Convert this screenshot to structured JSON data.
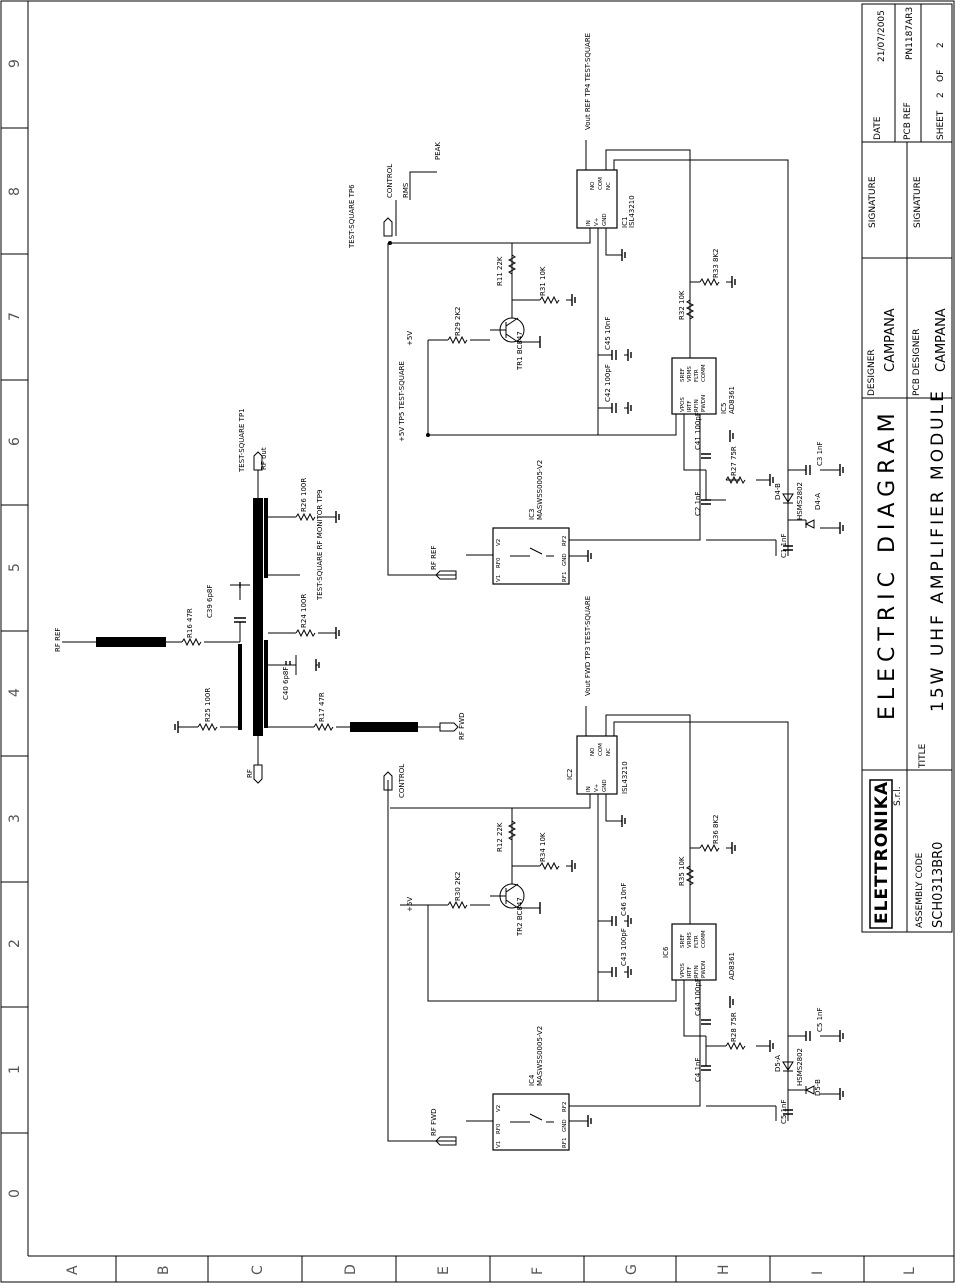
{
  "grid": {
    "cols": [
      "0",
      "1",
      "2",
      "3",
      "4",
      "5",
      "6",
      "7",
      "8",
      "9"
    ],
    "rows": [
      "A",
      "B",
      "C",
      "D",
      "E",
      "F",
      "G",
      "H",
      "I",
      "L"
    ]
  },
  "title_block": {
    "date_label": "DATE",
    "date": "21/07/2005",
    "pcb_ref_label": "PCB REF",
    "pcb_ref": "PN1187AR3",
    "sheet_label": "SHEET",
    "sheet_num": "2",
    "sheet_of": "OF",
    "sheet_total": "2",
    "signature_label": "SIGNATURE",
    "signature_label_2": "SIGNATURE",
    "designer_label": "DESIGNER",
    "designer": "CAMPANA",
    "pcb_designer_label": "PCB DESIGNER",
    "pcb_designer": "CAMPANA",
    "diagram_type": "ELECTRIC DIAGRAM",
    "title_label": "TITLE",
    "title": "15W UHF AMPLIFIER MODULE",
    "company": "ELETTRONIKA",
    "company_suffix": "S.r.l.",
    "assembly_label": "ASSEMBLY CODE",
    "assembly_code": "SCH0313BR0"
  },
  "coupler": {
    "rf_ref": "RF REF",
    "rf_fwd": "RF FWD",
    "rf_in": "RF",
    "rf_out": "RF out",
    "tp1": "TEST-SQUARE TP1",
    "tp9": "TEST-SQUARE RF MONITOR TP9",
    "r16": "R16 47R",
    "r17": "R17 47R",
    "r24": "R24 100R",
    "r25": "R25 100R",
    "r26": "R26 100R",
    "c39": "C39 6p8F",
    "c40": "C40 6p8F"
  },
  "ref_chain": {
    "ic1": "IC1",
    "ic1_part": "ISL43210",
    "ic1_pins": [
      "IN",
      "V+",
      "GND",
      "NO",
      "COM",
      "NC"
    ],
    "ic3": "IC3",
    "ic3_part": "MASWSS0005-V2",
    "ic3_pins": [
      "V2",
      "RF0",
      "V1",
      "RF2",
      "GND",
      "RF1"
    ],
    "ic5": "IC5",
    "ic5_part": "AD8361",
    "ic5_pins": [
      "VPOS",
      "IRTF",
      "RFIN",
      "PWDN",
      "SREF",
      "VRMS",
      "FLTR",
      "COMM"
    ],
    "tr1": "TR1 BC847",
    "r11": "R11 22K",
    "r31": "R31 10K",
    "r29": "R29 2K2",
    "r32": "R32 10K",
    "r33": "R33 8K2",
    "r27": "R27 75R",
    "c45": "C45 10nF",
    "c42": "C42 100pF",
    "c41": "C41 100pF",
    "c2": "C2 1nF",
    "c1": "C1 1nF",
    "c3": "C3 1nF",
    "d4b": "D4-B",
    "d4a": "D4-A",
    "hsms": "HSMS2802",
    "plus5v": "+5V",
    "tp5": "+5V TP5 TEST-SQUARE",
    "tp6": "TEST-SQUARE TP6",
    "tp4": "Vout REF TP4 TEST-SQUARE",
    "control": "CONTROL",
    "rms": "RMS",
    "peak": "PEAK",
    "rf_ref_in": "RF REF"
  },
  "fwd_chain": {
    "ic2": "IC2",
    "ic2_part": "ISL43210",
    "ic2_pins": [
      "IN",
      "V+",
      "GND",
      "NO",
      "COM",
      "NC"
    ],
    "ic4": "IC4",
    "ic4_part": "MASWSS0005-V2",
    "ic4_pins": [
      "V2",
      "RF0",
      "V1",
      "RF2",
      "GND",
      "RF1"
    ],
    "ic6": "IC6",
    "ic6_part": "AD8361",
    "ic6_pins": [
      "VPOS",
      "IRTF",
      "RFIN",
      "PWDN",
      "SREF",
      "VRMS",
      "FLTR",
      "COMM"
    ],
    "tr2": "TR2 BC847",
    "r12": "R12 22K",
    "r34": "R34 10K",
    "r30": "R30 2K2",
    "r35": "R35 10K",
    "r36": "R36 8K2",
    "r28": "R28 75R",
    "c46": "C46 10nF",
    "c43": "C43 100pF",
    "c44": "C44 100pF",
    "c4": "C4 1nF",
    "c5a": "C5 1nF",
    "c5b": "C5 1nF",
    "d5a": "D5-A",
    "d5b": "D5-B",
    "hsms": "HSMS2802",
    "plus5v": "+5V",
    "tp3": "Vout FWD TP3 TEST-SQUARE",
    "control": "CONTROL",
    "rf_fwd_in": "RF FWD"
  }
}
